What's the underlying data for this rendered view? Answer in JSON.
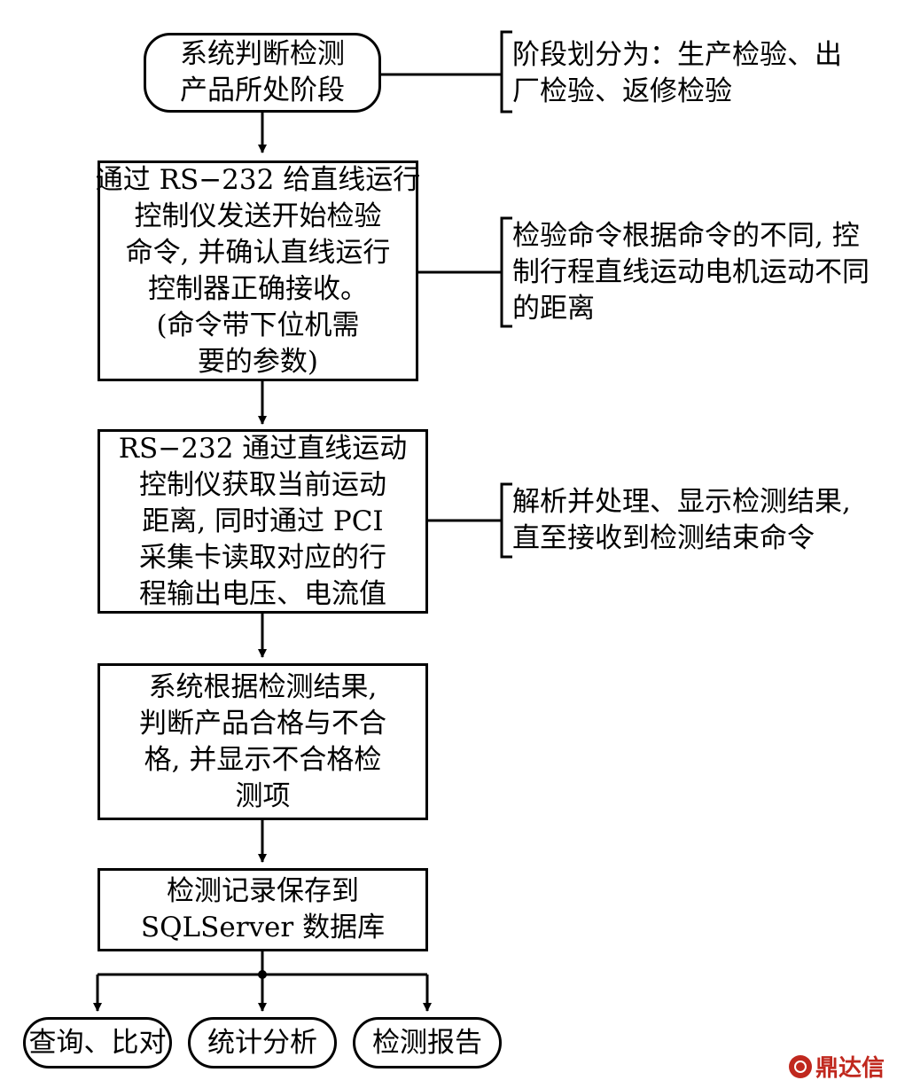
{
  "flow": {
    "start": {
      "lines": [
        "系统判断检测",
        "产品所处阶段"
      ]
    },
    "step1": {
      "lines": [
        "通过 RS−232 给直线运行",
        "控制仪发送开始检验",
        "命令, 并确认直线运行",
        "控制器正确接收。",
        "(命令带下位机需",
        "要的参数)"
      ]
    },
    "step2": {
      "lines": [
        "RS−232 通过直线运动",
        "控制仪获取当前运动",
        "距离, 同时通过 PCI",
        "采集卡读取对应的行",
        "程输出电压、电流值"
      ]
    },
    "step3": {
      "lines": [
        "系统根据检测结果,",
        "判断产品合格与不合",
        "格, 并显示不合格检",
        "测项"
      ]
    },
    "step4": {
      "lines": [
        "检测记录保存到",
        "SQLServer 数据库"
      ]
    },
    "outputs": [
      "查询、比对",
      "统计分析",
      "检测报告"
    ]
  },
  "notes": {
    "note1": [
      "阶段划分为：生产检验、出",
      "厂检验、返修检验"
    ],
    "note2": [
      "检验命令根据命令的不同, 控",
      "制行程直线运动电机运动不同",
      "的距离"
    ],
    "note3": [
      "解析并处理、显示检测结果,",
      "直至接收到检测结束命令"
    ]
  },
  "watermark": "鼎达信",
  "colors": {
    "line": "#000000",
    "watermark": "#c0281e"
  }
}
